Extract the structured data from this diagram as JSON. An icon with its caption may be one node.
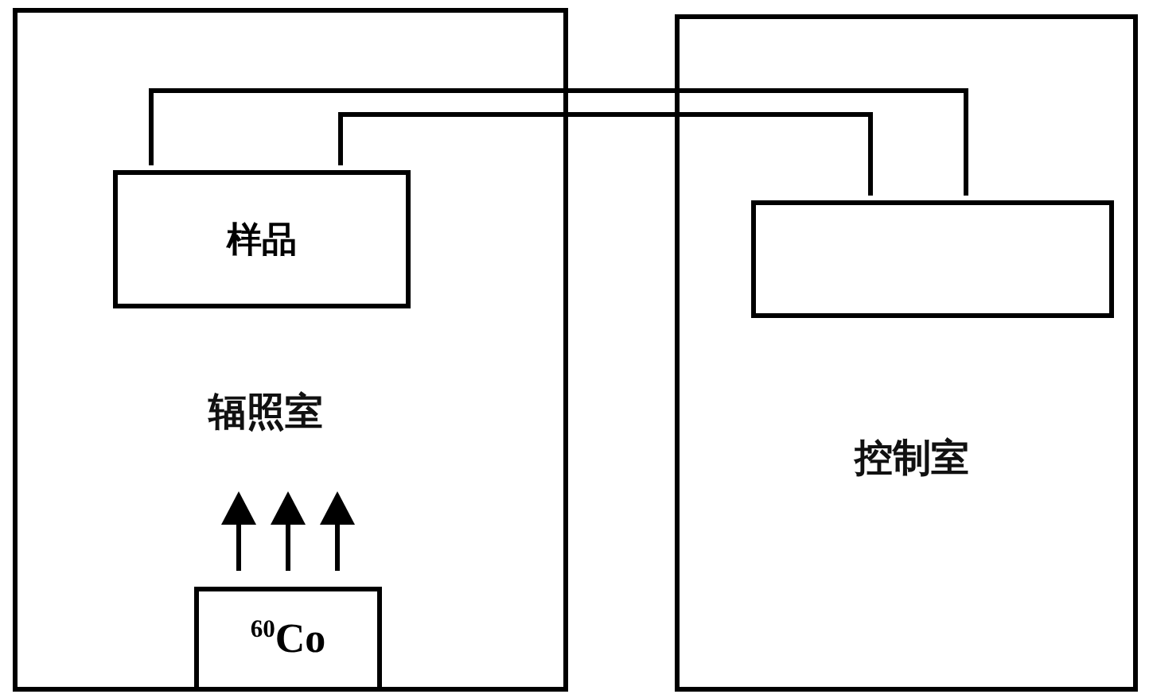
{
  "diagram": {
    "nodes": [
      {
        "text": [
          "辐照室"
        ]
      },
      {
        "text": [
          "样品"
        ],
        "in": 0
      },
      {
        "text": [
          "$^{60}$Co"
        ],
        "in": 0
      },
      {
        "text": [
          "控制室"
        ]
      },
      {
        "text": [],
        "shape": "box",
        "in": 3
      }
    ],
    "edges": [
      {
        "from": 1,
        "to": 4,
        "arrow": "none"
      },
      {
        "from": 1,
        "to": 4,
        "arrow": "none"
      }
    ]
  }
}
